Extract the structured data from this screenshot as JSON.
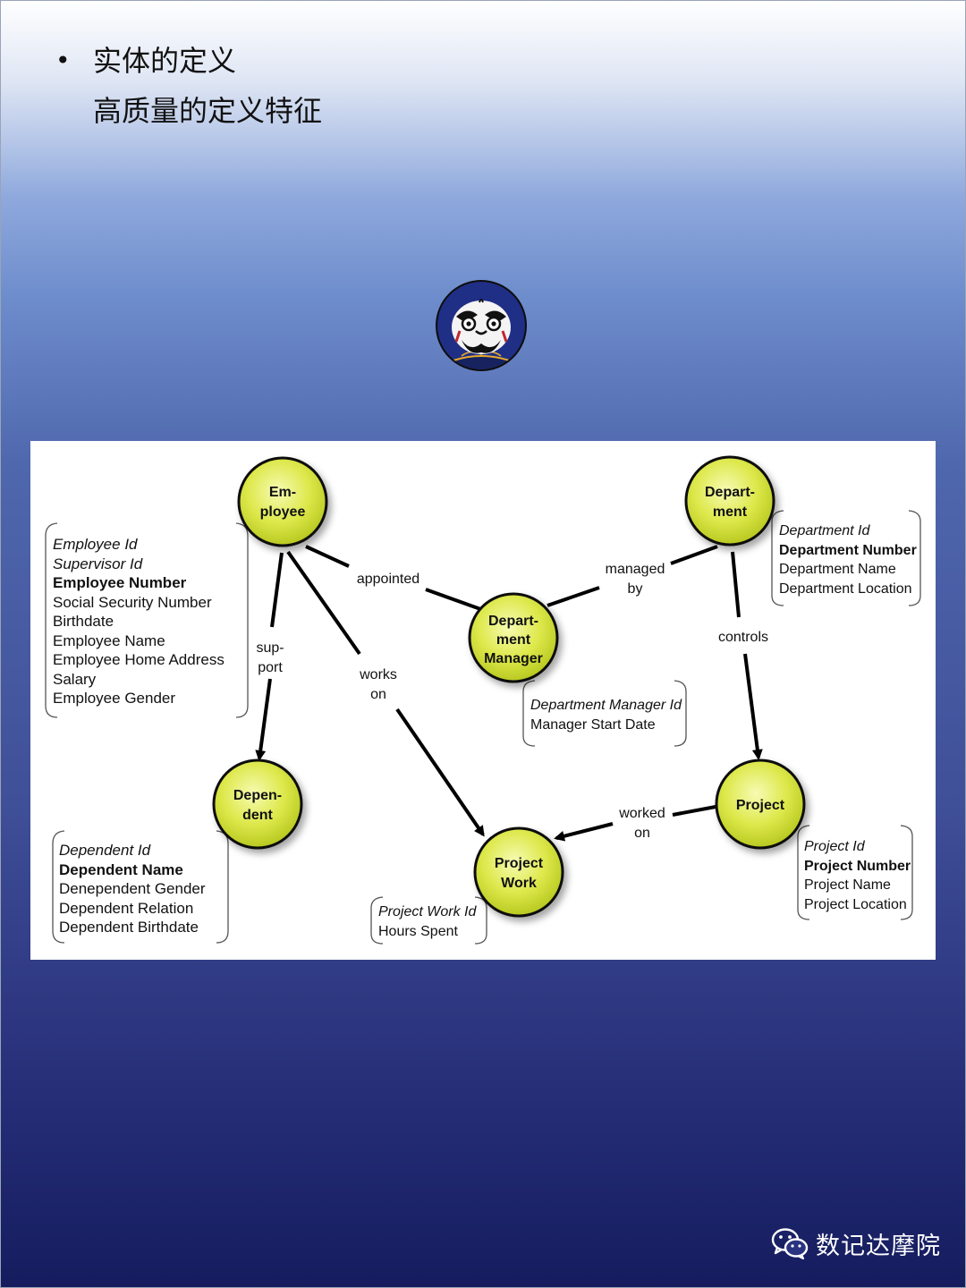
{
  "slide": {
    "bullets": [
      "实体的定义",
      "高质量的定义特征"
    ],
    "bullet_marker": "•",
    "watermark": "数记达摩院",
    "logo_icon": "daruma-logo-icon",
    "watermark_icon": "wechat-icon"
  },
  "diagram": {
    "nodes": {
      "employee": [
        "Em-",
        "ployee"
      ],
      "department": [
        "Depart-",
        "ment"
      ],
      "dept_manager": [
        "Depart-",
        "ment",
        "Manager"
      ],
      "dependent": [
        "Depen-",
        "dent"
      ],
      "project": [
        "Project"
      ],
      "project_work": [
        "Project",
        "Work"
      ]
    },
    "relations": {
      "appointed": [
        "appointed"
      ],
      "managed_by": [
        "managed",
        "by"
      ],
      "support": [
        "sup-",
        "port"
      ],
      "works_on": [
        "works",
        "on"
      ],
      "controls": [
        "controls"
      ],
      "worked_on": [
        "worked",
        "on"
      ]
    },
    "attributes": {
      "employee": [
        "Employee Id",
        "Supervisor Id",
        "Employee Number",
        "Social Security Number",
        "Birthdate",
        "Employee Name",
        "Employee Home Address",
        "Salary",
        "Employee Gender"
      ],
      "department": [
        "Department Id",
        "Department Number",
        "Department Name",
        "Department Location"
      ],
      "dept_manager": [
        "Department Manager Id",
        "Manager Start Date"
      ],
      "dependent": [
        "Dependent Id",
        "Dependent Name",
        "Denependent Gender",
        "Dependent Relation",
        "Dependent Birthdate"
      ],
      "project": [
        "Project Id",
        "Project Number",
        "Project Name",
        "Project Location"
      ],
      "project_work": [
        "Project Work Id",
        "Hours Spent"
      ]
    },
    "colors": {
      "node_fill": "#d6e53a",
      "node_stroke": "#111111",
      "edge": "#000000"
    }
  }
}
